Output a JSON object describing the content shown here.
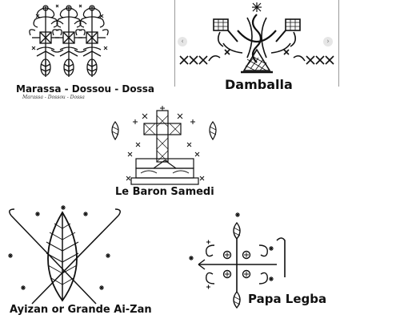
{
  "veves": [
    {
      "id": "marassa",
      "label": "Marassa - Dossou - Dossa",
      "subscript": "Marassa - Dossou - Dossa"
    },
    {
      "id": "damballa",
      "label": "Damballa"
    },
    {
      "id": "baron",
      "label": "Le Baron Samedi"
    },
    {
      "id": "ayizan",
      "label": "Ayizan or Grande Ai-Zan"
    },
    {
      "id": "legba",
      "label": "Papa Legba"
    }
  ],
  "carousel": {
    "prev_icon": "‹",
    "next_icon": "›"
  },
  "colors": {
    "ink": "#111111",
    "divider": "#9a9a9a",
    "arrow_bg": "#e6e6e6"
  }
}
